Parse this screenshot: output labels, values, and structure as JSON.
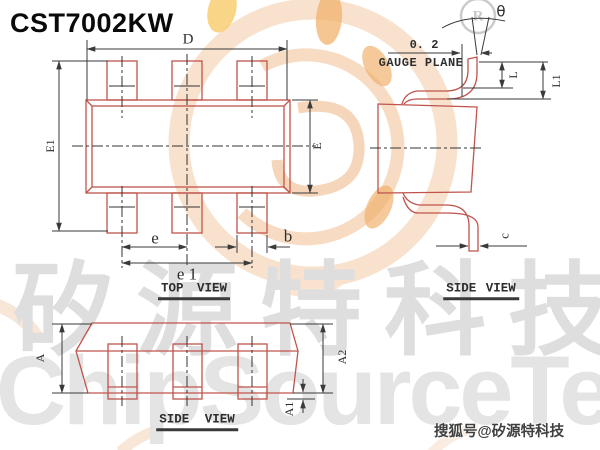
{
  "title": "CST7002KW",
  "top_view": {
    "label": "TOP VIEW",
    "dims": {
      "d": "D",
      "e1_left": "E1",
      "e_right": "E",
      "e": "e",
      "e1": "e 1",
      "b": "b"
    }
  },
  "side_view": {
    "label": "SIDE VIEW",
    "gauge_value": "0. 2",
    "gauge_plane": "GAUGE PLANE",
    "dims": {
      "theta": "θ",
      "l": "L",
      "l1": "L1",
      "c": "c"
    }
  },
  "front_view": {
    "label": "SIDE VIEW",
    "dims": {
      "a": "A",
      "a1": "A1",
      "a2": "A2"
    }
  },
  "watermark": {
    "cjk": "矽源特科技",
    "latin": "ChipSourceTek",
    "reg": "R",
    "sohu_badge": "搜狐号@矽源特科技"
  },
  "colors": {
    "outline_red": "#c0544c",
    "dimension_dark": "#3a3a3a",
    "watermark_gray": "#dedede",
    "logo_peach": "#f8dfc9",
    "logo_orange": "#f0a95e",
    "logo_yellow": "#f5c659"
  }
}
